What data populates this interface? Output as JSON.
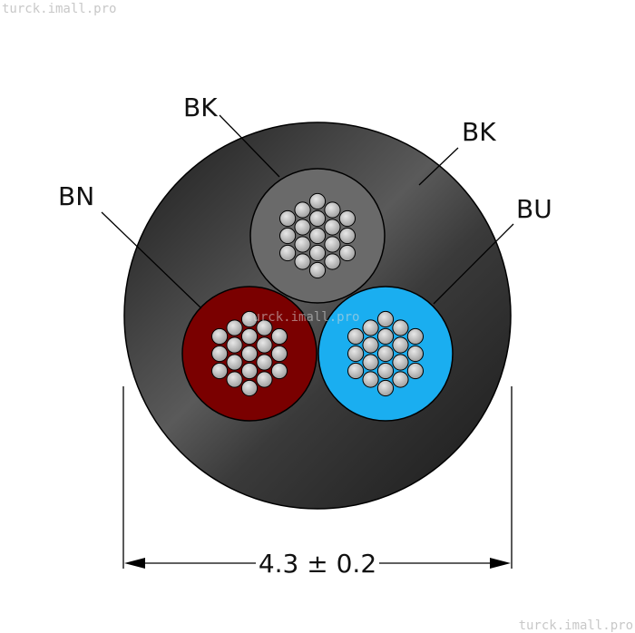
{
  "watermark": {
    "top": "turck.imall.pro",
    "center": "turck.imall.pro",
    "bottom": "turck.imall.pro"
  },
  "labels": {
    "jacket": "BK",
    "core_top": "BK",
    "core_left": "BN",
    "core_right": "BU"
  },
  "dimension": {
    "text": "4.3 ± 0.2"
  },
  "colors": {
    "jacket": "#2f2f2f",
    "core_bk": "#6a6a6a",
    "core_bn": "#7a0000",
    "core_bu": "#1aaef0",
    "strand": "#bdbdbd"
  }
}
